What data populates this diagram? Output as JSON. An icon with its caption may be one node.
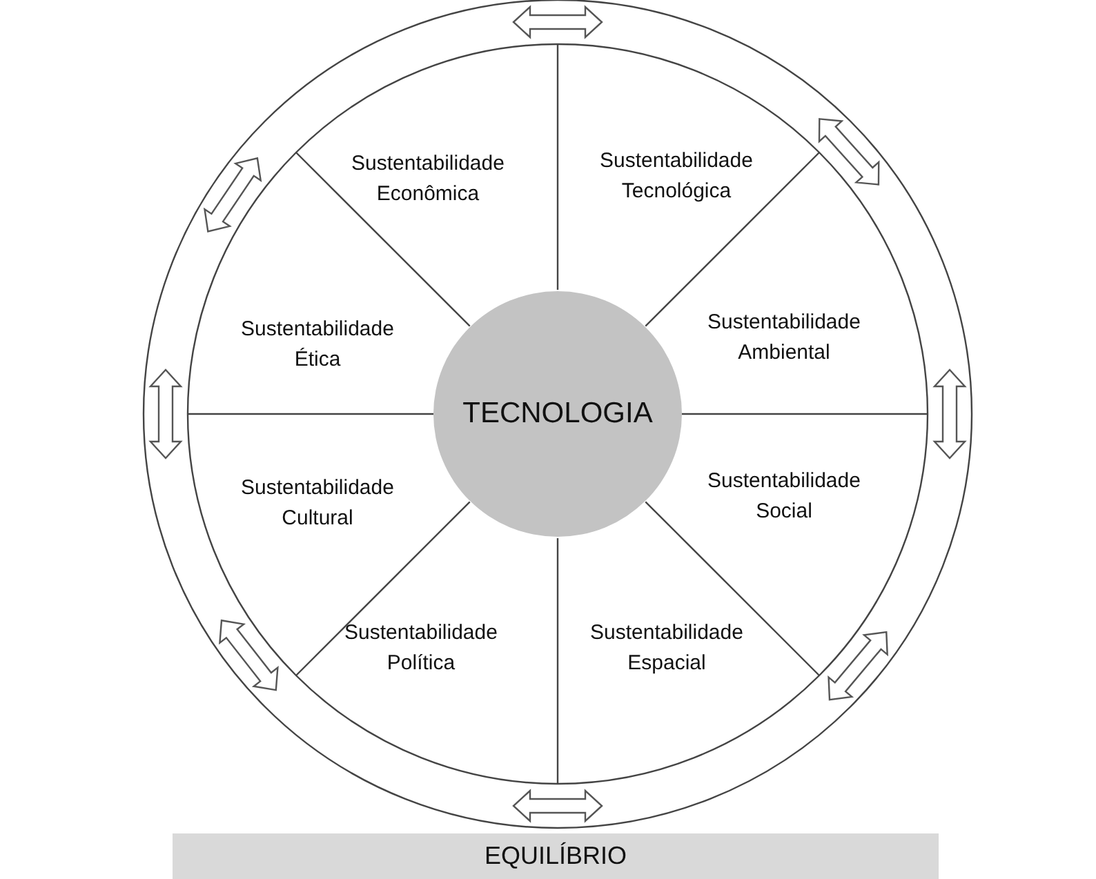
{
  "diagram": {
    "nodes": [
      {
        "text": [
          "TECNOLOGIA"
        ]
      },
      {
        "text": [
          "Sustentabilidade Econômica"
        ]
      },
      {
        "text": [
          "Sustentabilidade Tecnológica"
        ]
      },
      {
        "text": [
          "Sustentabilidade Ética"
        ]
      },
      {
        "text": [
          "Sustentabilidade Ambiental"
        ]
      },
      {
        "text": [
          "Sustentabilidade Cultural"
        ]
      },
      {
        "text": [
          "Sustentabilidade Social"
        ]
      },
      {
        "text": [
          "Sustentabilidade Política"
        ]
      },
      {
        "text": [
          "Sustentabilidade Espacial"
        ]
      },
      {
        "text": [
          "EQUILÍBRIO"
        ]
      }
    ],
    "edges": []
  }
}
